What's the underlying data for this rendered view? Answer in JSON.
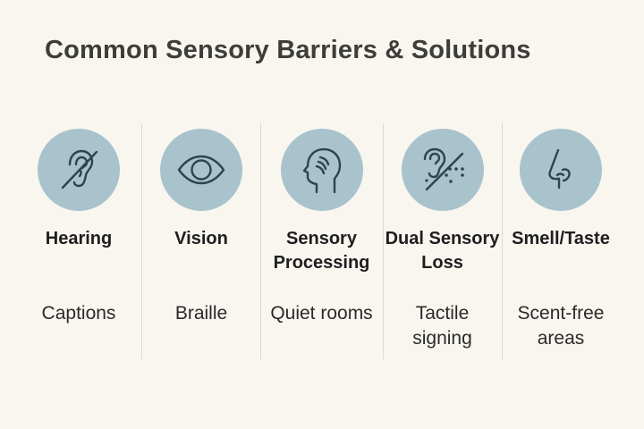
{
  "title": "Common Sensory Barriers & Solutions",
  "colors": {
    "background": "#f9f6f0",
    "icon_circle": "#a9c3cc",
    "icon_stroke": "#2c4450",
    "title_text": "#3d3d3a",
    "divider": "#dcd9d2"
  },
  "columns": [
    {
      "icon": "hearing-impaired-icon",
      "barrier": "Hearing",
      "solution": "Captions"
    },
    {
      "icon": "eye-icon",
      "barrier": "Vision",
      "solution": "Braille"
    },
    {
      "icon": "head-brain-icon",
      "barrier": "Sensory Processing",
      "solution": "Quiet rooms"
    },
    {
      "icon": "deafblind-ear-braille-icon",
      "barrier": "Dual Sensory Loss",
      "solution": "Tactile signing"
    },
    {
      "icon": "nose-icon",
      "barrier": "Smell/Taste",
      "solution": "Scent-free areas"
    }
  ]
}
